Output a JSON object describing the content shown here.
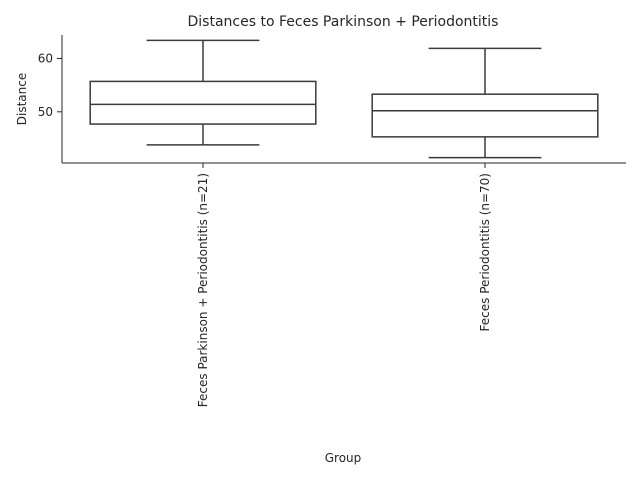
{
  "chart_data": {
    "type": "box",
    "title": "Distances to Feces Parkinson + Periodontitis",
    "xlabel": "Group",
    "ylabel": "Distance",
    "yticks": [
      50,
      60
    ],
    "ylim": [
      40.4,
      64.4
    ],
    "grid": false,
    "categories": [
      "Feces Parkinson + Periodontitis (n=21)",
      "Feces Periodontitis (n=70)"
    ],
    "boxes": [
      {
        "category": "Feces Parkinson + Periodontitis (n=21)",
        "whisker_low": 43.8,
        "q1": 47.7,
        "median": 51.4,
        "q3": 55.7,
        "whisker_high": 63.4
      },
      {
        "category": "Feces Periodontitis (n=70)",
        "whisker_low": 41.4,
        "q1": 45.3,
        "median": 50.2,
        "q3": 53.3,
        "whisker_high": 61.9
      }
    ],
    "colors": {
      "stroke": "#3a3a3a",
      "text": "#262626",
      "background": "#ffffff"
    }
  }
}
